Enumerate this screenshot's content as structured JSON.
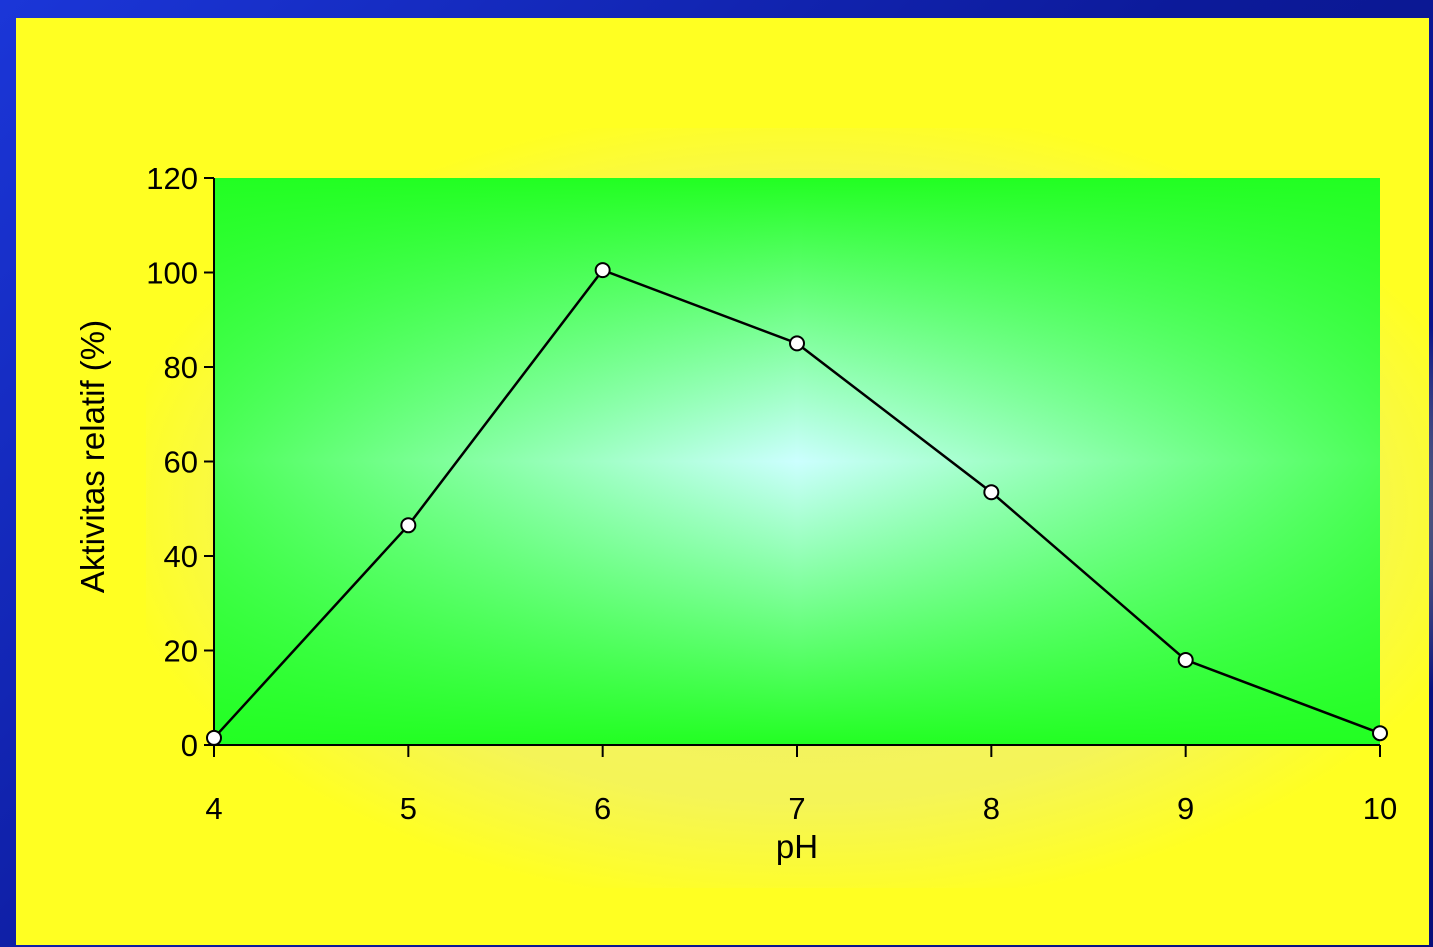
{
  "chart_data": {
    "type": "line",
    "title": "",
    "xlabel": "pH",
    "ylabel": "Aktivitas relatif (%)",
    "xlim": [
      4,
      10
    ],
    "ylim": [
      0,
      120
    ],
    "xticks": [
      "4",
      "5",
      "6",
      "7",
      "8",
      "9",
      "10"
    ],
    "yticks": [
      "0",
      "20",
      "40",
      "60",
      "80",
      "100",
      "120"
    ],
    "grid": false,
    "legend": "none",
    "series": [
      {
        "x": [
          4,
          5,
          6,
          7,
          8,
          9,
          10
        ],
        "y": [
          1.5,
          46.5,
          100.5,
          85,
          53.5,
          18,
          2.5
        ]
      }
    ],
    "colors": {
      "page_background": "#ffff22",
      "border": "#1428c8",
      "plot_edge": "#22ff22",
      "plot_center": "#ccffff",
      "line": "#000000",
      "marker_fill": "#ffffff"
    }
  }
}
